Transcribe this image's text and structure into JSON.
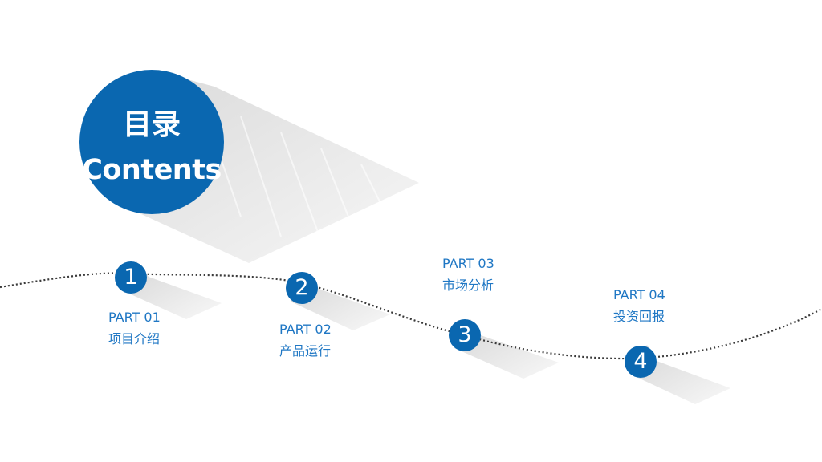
{
  "title": {
    "cn": "目录",
    "en": "Contents"
  },
  "colors": {
    "primary": "#0a67b0",
    "label": "#1f77c4",
    "curve": "#3a3a3a",
    "shadow": "#dcdcdc"
  },
  "items": [
    {
      "number": "1",
      "part": "PART 01",
      "label": "项目介绍"
    },
    {
      "number": "2",
      "part": "PART 02",
      "label": "产品运行"
    },
    {
      "number": "3",
      "part": "PART 03",
      "label": "市场分析"
    },
    {
      "number": "4",
      "part": "PART 04",
      "label": "投资回报"
    }
  ]
}
